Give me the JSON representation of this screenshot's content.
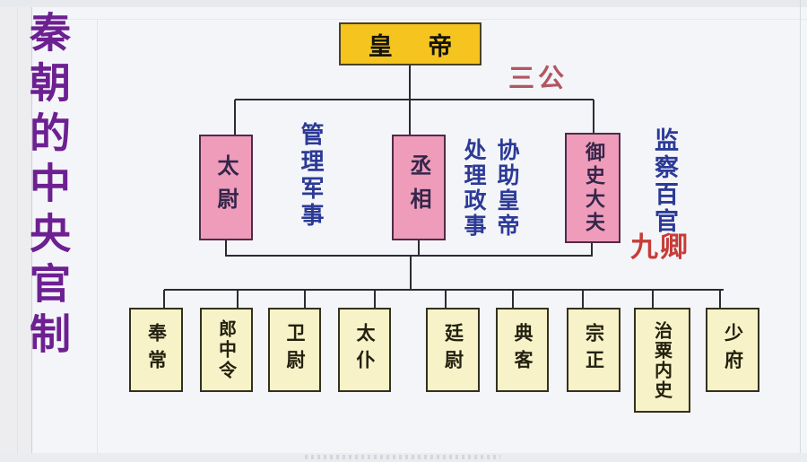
{
  "title": {
    "text": "秦朝的中央官制"
  },
  "emperor": {
    "label": "皇 帝"
  },
  "group_labels": {
    "san_gong": "三公",
    "jiu_qing": "九卿"
  },
  "top_officials": [
    {
      "label": "太尉"
    },
    {
      "label": "丞相"
    },
    {
      "label": "御史大夫"
    }
  ],
  "annotations": {
    "taiwei_duty": "管理军事",
    "chengxiang_duty_col_right": "协助皇帝",
    "chengxiang_duty_col_left": "处理政事",
    "yushi_duty": "监察百官"
  },
  "nine_ministers": [
    {
      "label": "奉常"
    },
    {
      "label": "郎中令"
    },
    {
      "label": "卫尉"
    },
    {
      "label": "太仆"
    },
    {
      "label": "廷尉"
    },
    {
      "label": "典客"
    },
    {
      "label": "宗正"
    },
    {
      "label": "治粟内史"
    },
    {
      "label": "少府"
    }
  ],
  "colors": {
    "page-bg": "#f4f5f9",
    "emperor-fill": "#f5c41e",
    "official-fill": "#ee9cba",
    "minister-fill": "#f7f2c8",
    "box-border": "#3a3340",
    "line": "#2b2b33",
    "title-text": "#6d2091",
    "sangong-red": "#b25660",
    "jiuqing-red": "#c63c38",
    "blue-note": "#2c3a96"
  }
}
